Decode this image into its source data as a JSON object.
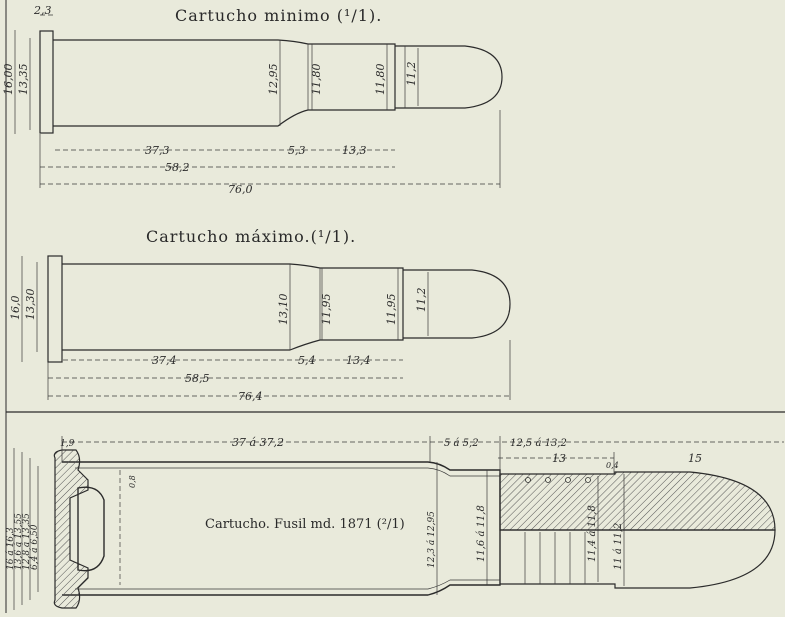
{
  "colors": {
    "paper": "#e9eadb",
    "ink": "#2b2b2b",
    "hatch": "#555555"
  },
  "minimo": {
    "title": "Cartucho minimo (¹/1).",
    "rim_thickness": "2,3",
    "rim_diameter": "16,00",
    "base_diameter": "13,35",
    "shoulder_diameter": "12,95",
    "neck_start_diameter": "11,80",
    "neck_end_diameter": "11,80",
    "bullet_diameter": "11,2",
    "body_length": "37,3",
    "shoulder_length": "5,3",
    "neck_length": "13,3",
    "case_length": "58,2",
    "total_length": "76,0"
  },
  "maximo": {
    "title": "Cartucho máximo.(¹/1).",
    "rim_diameter": "16,0",
    "base_diameter": "13,30",
    "shoulder_diameter": "13,10",
    "neck_start_diameter": "11,95",
    "neck_end_diameter": "11,95",
    "bullet_diameter": "11,2",
    "body_length": "37,4",
    "shoulder_length": "5,4",
    "neck_length": "13,4",
    "case_length": "58,5",
    "total_length": "76,4"
  },
  "fusil": {
    "title": "Cartucho. Fusil md. 1871 (²/1)",
    "rim_thickness": "1,9",
    "body_length": "37 á 37,2",
    "shoulder_length": "5 á 5,2",
    "neck_length": "12,5 á 13,2",
    "bullet_grooves_length": "13",
    "bullet_ogive_length": "15",
    "bullet_step": "0,4",
    "inner_dims": [
      "6,4 á 6,50",
      "12,8 á 13,35",
      "13,6 á 13,55",
      "16 á 16,3"
    ],
    "shoulder_diameter": "12,3 á 12,95",
    "neck_diameter": "11,6 á 11,8",
    "bullet_diameter_inner": "11,4 á 11,8",
    "bullet_diameter_outer": "11 á 11,2",
    "primer_mark": "0,8"
  }
}
